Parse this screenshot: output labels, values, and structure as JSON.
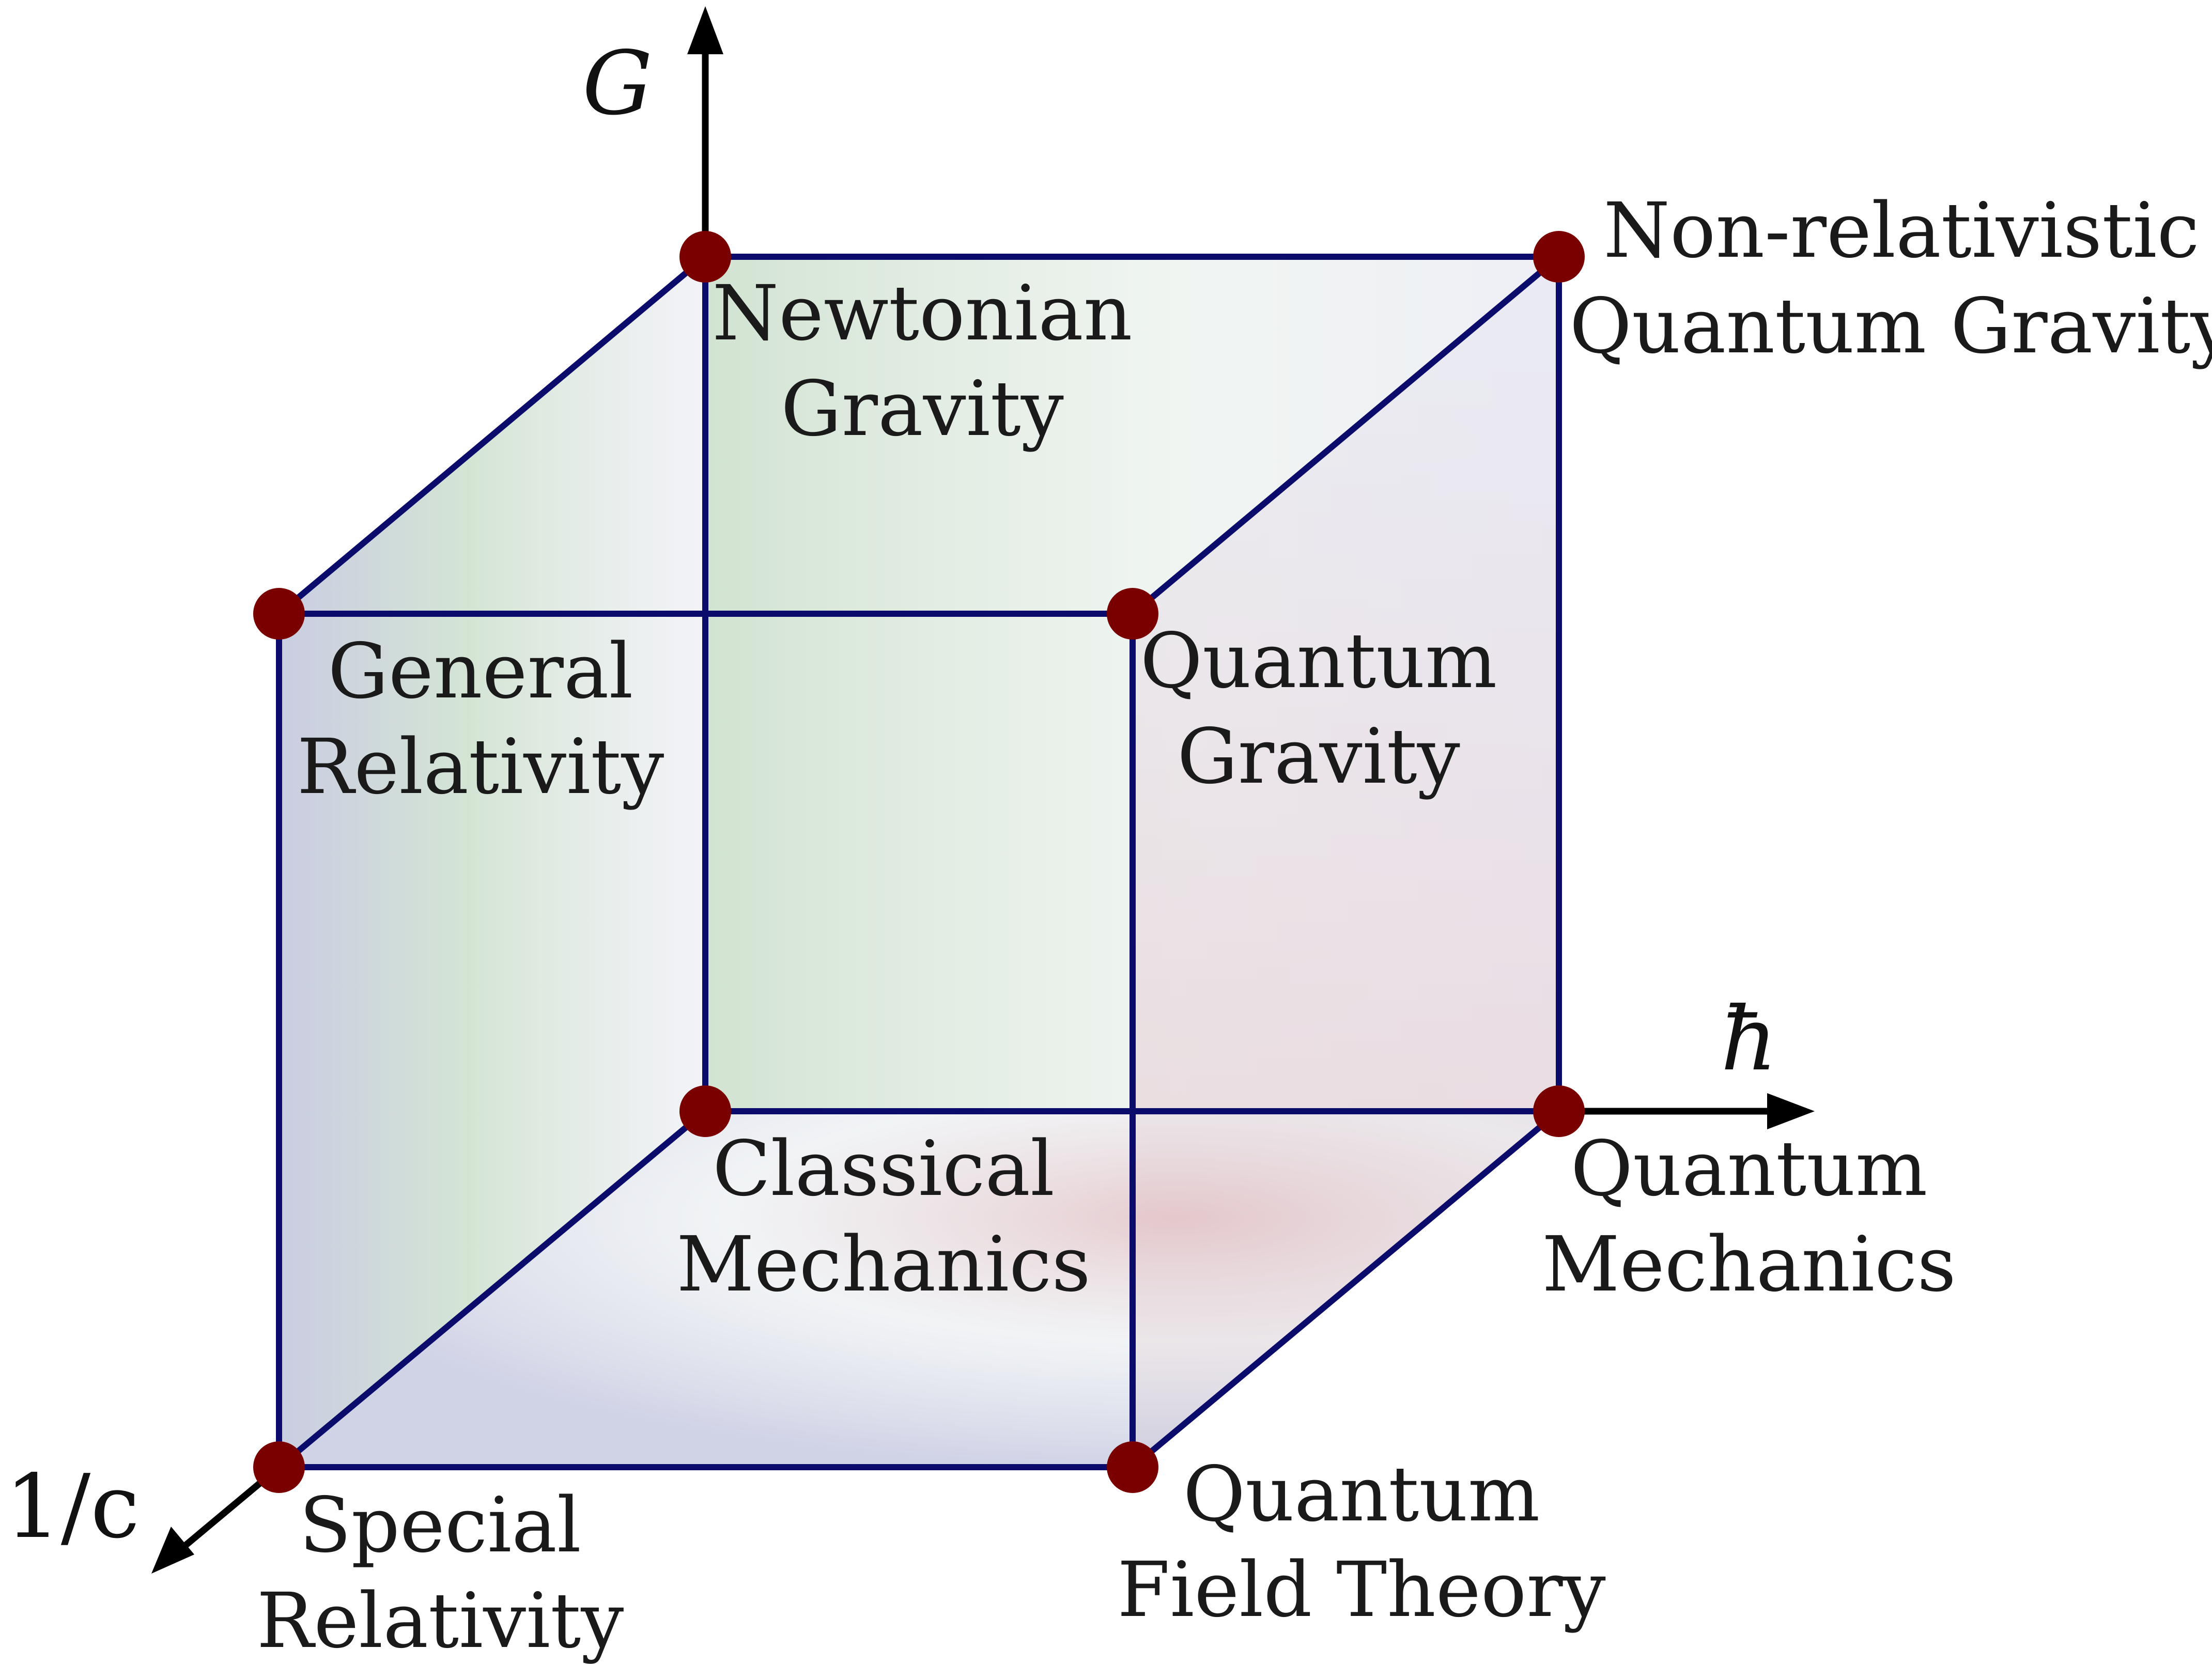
{
  "axes": {
    "vertical": "G",
    "horizontal": "ħ",
    "depth": "1/c"
  },
  "vertices": {
    "newtonian_gravity": [
      "Newtonian",
      "Gravity"
    ],
    "nonrel_quantum_gravity": [
      "Non-relativistic",
      "Quantum Gravity"
    ],
    "general_relativity": [
      "General",
      "Relativity"
    ],
    "quantum_gravity": [
      "Quantum",
      "Gravity"
    ],
    "classical_mechanics": [
      "Classical",
      "Mechanics"
    ],
    "quantum_mechanics": [
      "Quantum",
      "Mechanics"
    ],
    "special_relativity": [
      "Special",
      "Relativity"
    ],
    "quantum_field_theory": [
      "Quantum",
      "Field Theory"
    ]
  },
  "colors": {
    "edge": "#0b0b6b",
    "vertex": "#7a0000",
    "axis": "#000000",
    "tint_blue": "#b8bcd8",
    "tint_green": "#c6dcc6",
    "tint_red": "#e4c8cc"
  }
}
